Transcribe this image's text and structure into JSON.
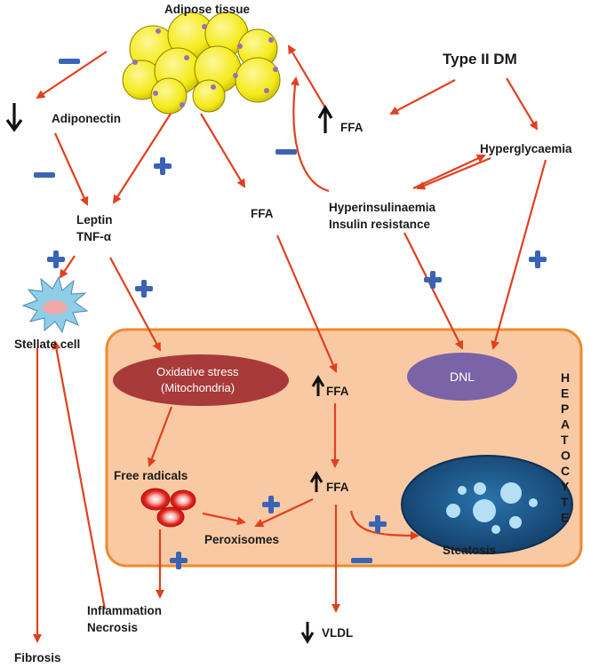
{
  "labels": {
    "adipose_tissue": "Adipose tissue",
    "type2dm": "Type II DM",
    "adiponectin": "Adiponectin",
    "ffa_top": "FFA",
    "hyperglycaemia": "Hyperglycaemia",
    "leptin": "Leptin",
    "tnf": "TNF-α",
    "ffa_mid": "FFA",
    "hyperinsulinaemia": "Hyperinsulinaemia",
    "insulin_resistance": "Insulin resistance",
    "stellate_cell": "Stellate cell",
    "oxidative_stress": "Oxidative stress",
    "mitochondria": "(Mitochondria)",
    "dnl": "DNL",
    "ffa_hep1": "FFA",
    "ffa_hep2": "FFA",
    "free_radicals": "Free radicals",
    "peroxisomes": "Peroxisomes",
    "steatosis": "Steatosis",
    "inflammation": "Inflammation",
    "necrosis": "Necrosis",
    "vldl": "VLDL",
    "fibrosis": "Fibrosis",
    "hepatocyte_letters": [
      "H",
      "E",
      "P",
      "A",
      "T",
      "O",
      "C",
      "Y",
      "T",
      "E"
    ]
  },
  "colors": {
    "arrow": "#e0401f",
    "sign": "#3b63b5",
    "hepatocyte_fill": "#f9c9a3",
    "hepatocyte_border": "#f08a2e",
    "oxidative": "#a83a3a",
    "dnl": "#7b63a8",
    "steatosis": "#1e5a8c",
    "fat_cell": "#f5ea17"
  }
}
